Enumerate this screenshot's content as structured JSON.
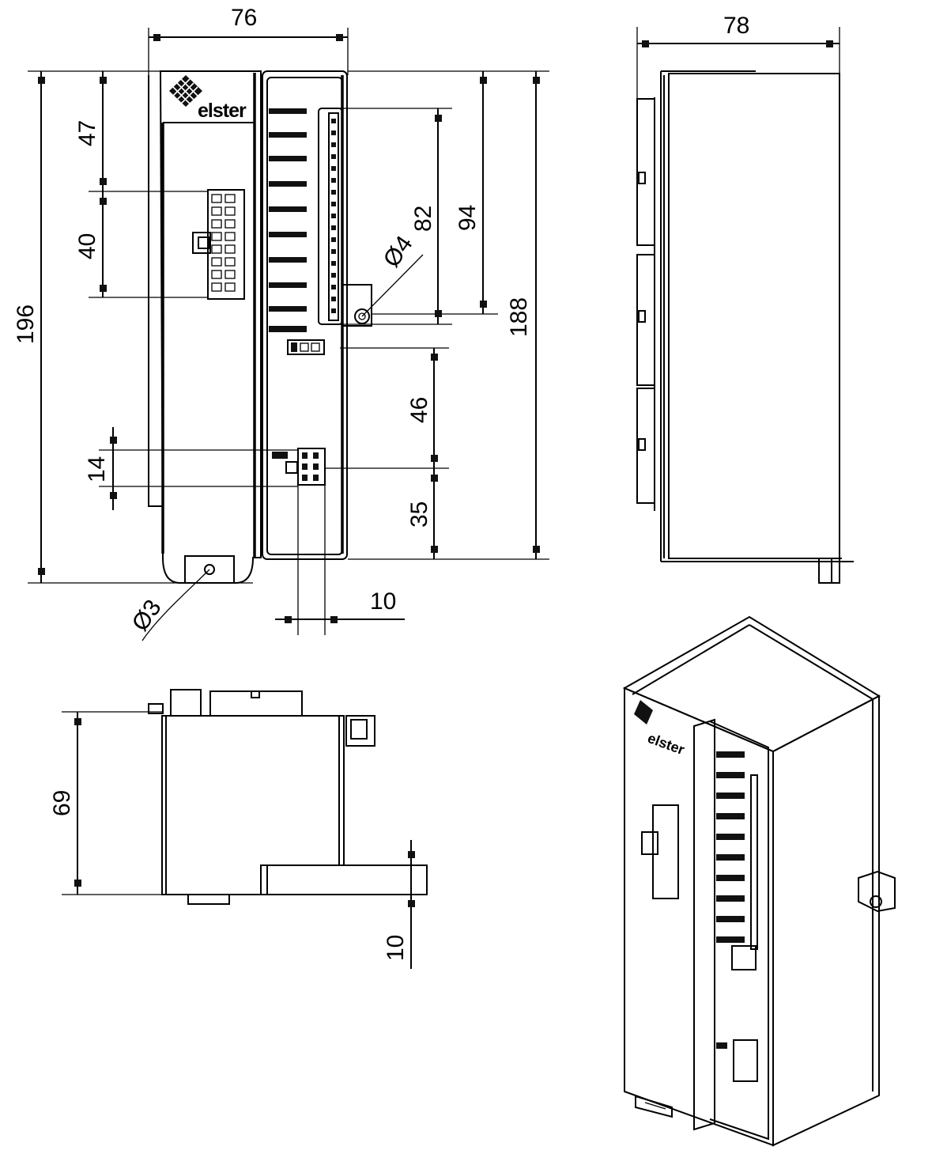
{
  "brand": {
    "logo_text": "elster"
  },
  "front_view": {
    "dims": {
      "width": "76",
      "overall_height": "196",
      "mount_height": "188",
      "top_to_connector": "47",
      "connector_height": "40",
      "terminal_height": "82",
      "terminal_block_height": "94",
      "lower_span": "46",
      "bottom_span": "35",
      "small_span": "14",
      "hole_large": "Ø4",
      "hole_small": "Ø3",
      "bottom_width": "10"
    }
  },
  "side_view": {
    "dims": {
      "depth": "78"
    }
  },
  "bottom_view": {
    "dims": {
      "height": "69",
      "rail_offset": "10"
    }
  }
}
